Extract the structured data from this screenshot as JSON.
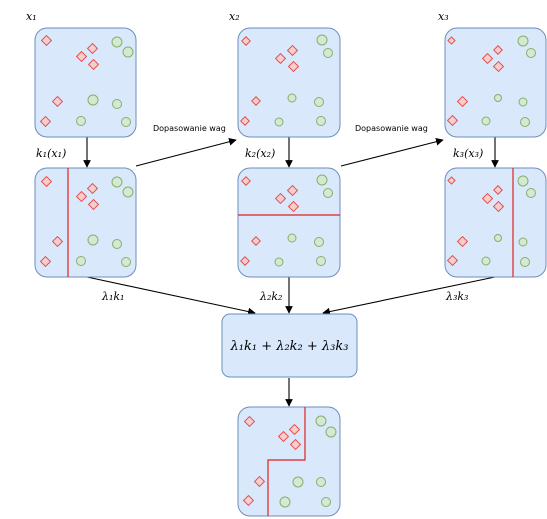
{
  "labels": {
    "x1": "x₁",
    "x2": "x₂",
    "x3": "x₃",
    "k1x1": "k₁(x₁)",
    "k2x2": "k₂(x₂)",
    "k3x3": "k₃(x₃)",
    "lambda1k1": "λ₁k₁",
    "lambda2k2": "λ₂k₂",
    "lambda3k3": "λ₃k₃",
    "combination": "λ₁k₁ + λ₂k₂ + λ₃k₃",
    "weight_adjust_1": "Dopasowanie wag",
    "weight_adjust_2": "Dopasowanie wag"
  },
  "colors": {
    "box_fill": "#dae8fc",
    "box_stroke": "#6c8ebf",
    "diamond_fill": "#f8cecc",
    "diamond_stroke": "#e05050",
    "circle_fill": "#d5e8d4",
    "circle_stroke": "#82b366",
    "boundary": "#e02020",
    "arrow": "#000000"
  }
}
